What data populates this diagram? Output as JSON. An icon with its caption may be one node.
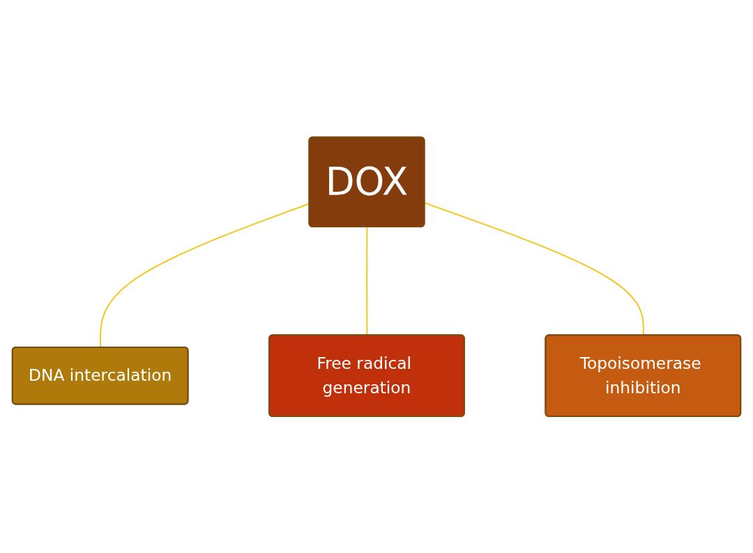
{
  "diagram": {
    "nodes": [
      {
        "text": [
          "DNA intercalation"
        ]
      },
      {
        "text": [
          "DOX"
        ]
      },
      {
        "text": [
          "Free radical generation"
        ]
      },
      {
        "text": [
          "Topoisomerase inhibition"
        ]
      }
    ],
    "edges": [
      {
        "from": 1,
        "to": 0,
        "arrow": "none"
      },
      {
        "from": 1,
        "to": 2,
        "arrow": "none"
      },
      {
        "from": 1,
        "to": 3,
        "arrow": "none"
      }
    ]
  }
}
